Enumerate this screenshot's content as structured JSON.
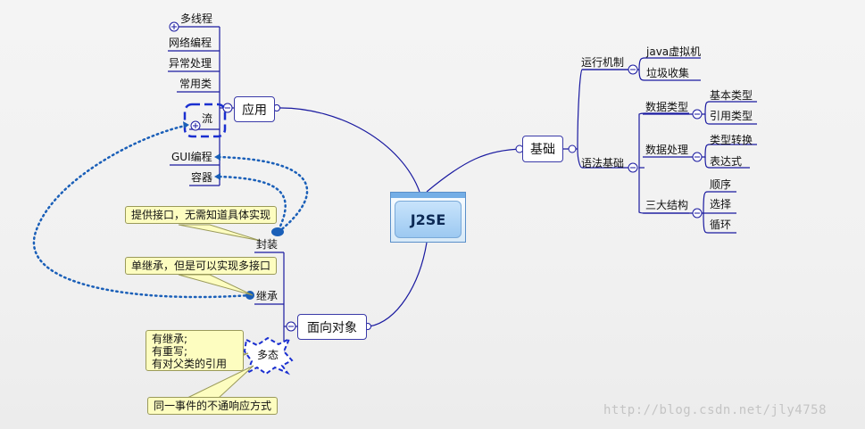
{
  "center": {
    "label": "J2SE"
  },
  "branches": {
    "basics": {
      "label": "基础",
      "runtime": {
        "label": "运行机制",
        "children": [
          "java虚拟机",
          "垃圾收集"
        ]
      },
      "syntax": {
        "label": "语法基础",
        "groups": [
          {
            "label": "数据类型",
            "children": [
              "基本类型",
              "引用类型"
            ]
          },
          {
            "label": "数据处理",
            "children": [
              "类型转换",
              "表达式"
            ]
          },
          {
            "label": "三大结构",
            "children": [
              "顺序",
              "选择",
              "循环"
            ]
          }
        ]
      }
    },
    "application": {
      "label": "应用",
      "children": [
        "多线程",
        "网络编程",
        "异常处理",
        "常用类",
        "流",
        "GUI编程",
        "容器"
      ]
    },
    "oop": {
      "label": "面向对象",
      "children": [
        "封装",
        "继承",
        "多态"
      ]
    }
  },
  "notes": {
    "encapsulation": "提供接口，无需知道具体实现",
    "inheritance": "单继承，但是可以实现多接口",
    "polymorphism": [
      "有继承;",
      "有重写;",
      "有对父类的引用"
    ],
    "polymorphism_extra": "同一事件的不通响应方式"
  },
  "watermark": "http://blog.csdn.net/jly4758",
  "colors": {
    "line": "#1a1aa0",
    "dotted": "#1a5fb8",
    "note_bg": "#fdfdc0"
  }
}
